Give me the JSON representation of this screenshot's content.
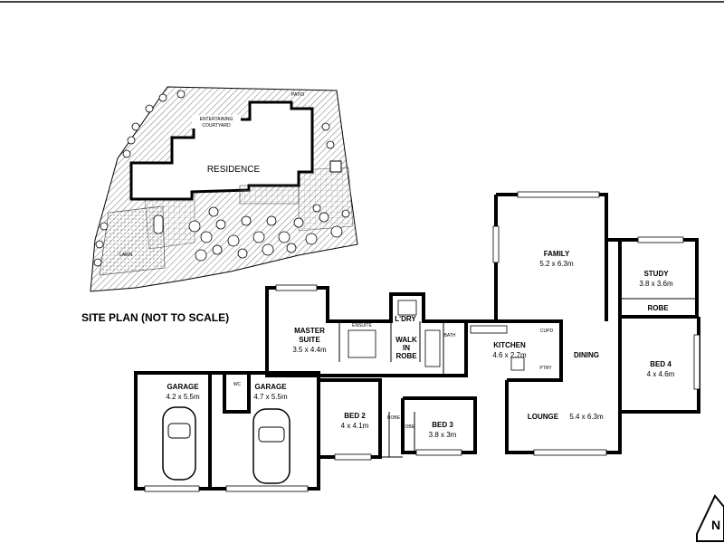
{
  "site_plan": {
    "title": "SITE PLAN (NOT TO SCALE)",
    "labels": {
      "patio": "PATIO",
      "entertaining_1": "ENTERTAINING",
      "entertaining_2": "COURTYARD",
      "residence": "RESIDENCE",
      "lawn": "LAWN"
    }
  },
  "rooms": {
    "family": {
      "name": "FAMILY",
      "dim": "5.2 x 6.3m"
    },
    "study": {
      "name": "STUDY",
      "dim": "3.8 x 3.6m"
    },
    "robe": {
      "name": "ROBE"
    },
    "master": {
      "name1": "MASTER",
      "name2": "SUITE",
      "dim": "3.5 x 4.4m"
    },
    "ldry": {
      "name": "L'DRY"
    },
    "ensuite": {
      "name": "ENSUITE"
    },
    "walk_in_robe": {
      "name1": "WALK",
      "name2": "IN",
      "name3": "ROBE"
    },
    "bath": {
      "name": "BATH"
    },
    "kitchen": {
      "name": "KITCHEN",
      "dim": "4.6 x 2.7m"
    },
    "cupd": {
      "name": "CUPD"
    },
    "ptry": {
      "name": "PTRY"
    },
    "dining": {
      "name": "DINING"
    },
    "bed4": {
      "name": "BED 4",
      "dim": "4 x 4.6m"
    },
    "garage1": {
      "name": "GARAGE",
      "dim": "4.2 x 5.5m"
    },
    "garage2": {
      "name": "GARAGE",
      "dim": "4.7 x 5.5m"
    },
    "wc": {
      "name": "WC"
    },
    "bed2": {
      "name": "BED 2",
      "dim": "4 x 4.1m"
    },
    "robe2": {
      "name": "ROBE"
    },
    "robe3": {
      "name": "ROBE"
    },
    "bed3": {
      "name": "BED 3",
      "dim": "3.8 x 3m"
    },
    "lounge": {
      "name": "LOUNGE",
      "dim": "5.4 x 6.3m"
    }
  },
  "north": {
    "label": "N"
  }
}
